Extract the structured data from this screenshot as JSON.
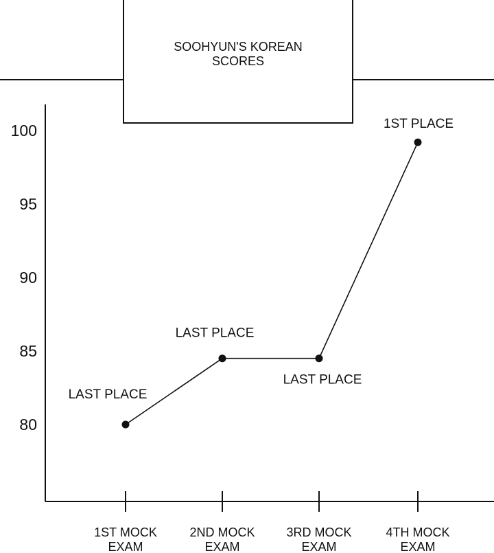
{
  "chart_data": {
    "type": "line",
    "title_lines": [
      "SOOHYUN'S KOREAN",
      "SCORES"
    ],
    "xlabel": "",
    "ylabel": "",
    "categories": [
      [
        "1ST MOCK",
        "EXAM"
      ],
      [
        "2ND MOCK",
        "EXAM"
      ],
      [
        "3RD MOCK",
        "EXAM"
      ],
      [
        "4TH MOCK",
        "EXAM"
      ]
    ],
    "values": [
      80,
      84.5,
      84.5,
      99.2
    ],
    "annotations": [
      "LAST PLACE",
      "LAST PLACE",
      "LAST PLACE",
      "1ST PLACE"
    ],
    "yticks": [
      80,
      85,
      90,
      95,
      100
    ],
    "ylim": [
      75,
      101.8
    ],
    "grid": false,
    "legend": "none",
    "colors": {
      "line": "#111111",
      "background": "#ffffff"
    }
  }
}
